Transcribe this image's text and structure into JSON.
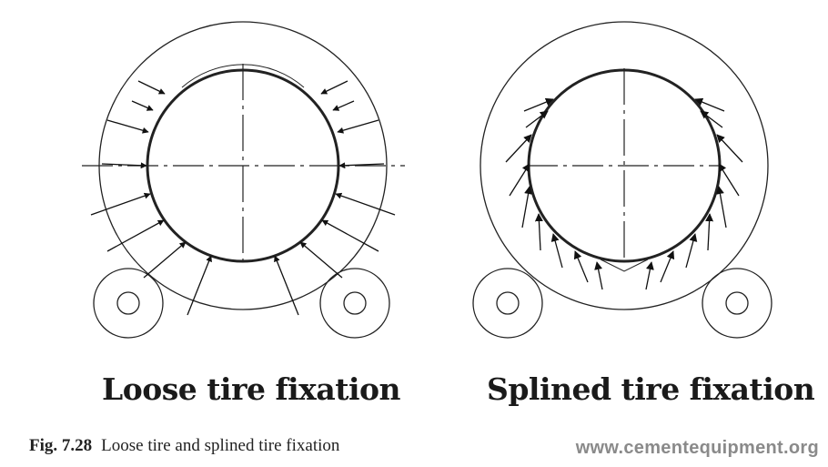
{
  "diagrams": [
    {
      "label": "Loose tire fixation"
    },
    {
      "label": "Splined tire fixation"
    }
  ],
  "caption": {
    "figure_number": "Fig. 7.28",
    "text": "Loose tire and splined tire fixation"
  },
  "watermark": "www.cementequipment.org"
}
